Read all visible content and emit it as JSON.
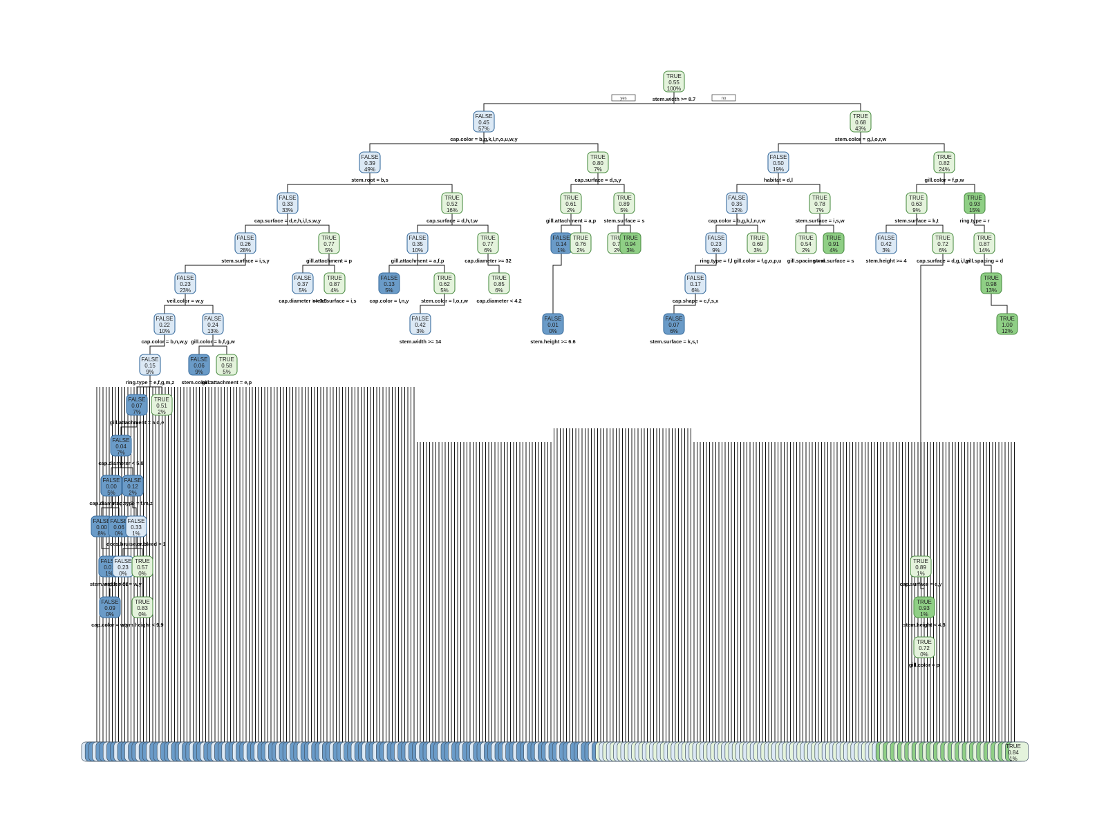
{
  "tree": {
    "root": {
      "cls": "TRUE",
      "p": "0.55",
      "pct": "100%",
      "split": "stem.width >= 8.7"
    },
    "yes_label": "yes",
    "no_label": "no",
    "nodes": [
      {
        "id": "n2",
        "cls": "FALSE",
        "p": "0.45",
        "pct": "57%",
        "split": "cap.color = b,g,k,l,n,o,u,w,y"
      },
      {
        "id": "n3",
        "cls": "TRUE",
        "p": "0.68",
        "pct": "43%",
        "split": "stem.color = g,l,o,r,w"
      },
      {
        "id": "n4",
        "cls": "FALSE",
        "p": "0.39",
        "pct": "49%",
        "split": "stem.root = b,s"
      },
      {
        "id": "n5",
        "cls": "TRUE",
        "p": "0.80",
        "pct": "7%",
        "split": "cap.surface = d,s,y"
      },
      {
        "id": "n6",
        "cls": "FALSE",
        "p": "0.50",
        "pct": "19%",
        "split": "habitat = d,l"
      },
      {
        "id": "n7",
        "cls": "TRUE",
        "p": "0.82",
        "pct": "24%",
        "split": "gill.color = f,p,w"
      },
      {
        "id": "n8",
        "cls": "FALSE",
        "p": "0.33",
        "pct": "33%",
        "split": "cap.surface = d,e,h,i,l,s,w,y"
      },
      {
        "id": "n9",
        "cls": "TRUE",
        "p": "0.52",
        "pct": "16%",
        "split": "cap.surface = d,h,t,w"
      },
      {
        "id": "n10",
        "cls": "TRUE",
        "p": "0.61",
        "pct": "2%",
        "split": "gill.attachment = a,p"
      },
      {
        "id": "n11",
        "cls": "TRUE",
        "p": "0.89",
        "pct": "5%",
        "split": "stem.surface = s"
      },
      {
        "id": "n12",
        "cls": "FALSE",
        "p": "0.35",
        "pct": "12%",
        "split": "cap.color = b,g,k,l,n,r,w"
      },
      {
        "id": "n13",
        "cls": "TRUE",
        "p": "0.78",
        "pct": "7%",
        "split": "stem.surface = i,s,w"
      },
      {
        "id": "n14",
        "cls": "TRUE",
        "p": "0.63",
        "pct": "9%",
        "split": "stem.surface = k,t"
      },
      {
        "id": "n15",
        "cls": "TRUE",
        "p": "0.93",
        "pct": "15%",
        "split": "ring.type = r"
      },
      {
        "id": "n16",
        "cls": "FALSE",
        "p": "0.26",
        "pct": "28%",
        "split": "stem.surface = i,s,y"
      },
      {
        "id": "n17",
        "cls": "TRUE",
        "p": "0.77",
        "pct": "5%",
        "split": "gill.attachment = p"
      },
      {
        "id": "n18",
        "cls": "FALSE",
        "p": "0.35",
        "pct": "10%",
        "split": "gill.attachment = a,f,p"
      },
      {
        "id": "n19",
        "cls": "TRUE",
        "p": "0.77",
        "pct": "6%",
        "split": "cap.diameter >= 32"
      },
      {
        "id": "n20",
        "cls": "FALSE",
        "p": "0.14",
        "pct": "1%",
        "split": ""
      },
      {
        "id": "n21",
        "cls": "TRUE",
        "p": "0.76",
        "pct": "2%",
        "split": ""
      },
      {
        "id": "n22",
        "cls": "TRUE",
        "p": "0.76",
        "pct": "2%",
        "split": ""
      },
      {
        "id": "n23",
        "cls": "TRUE",
        "p": "0.94",
        "pct": "3%",
        "split": ""
      },
      {
        "id": "n24",
        "cls": "FALSE",
        "p": "0.23",
        "pct": "9%",
        "split": "ring.type = f,l"
      },
      {
        "id": "n25",
        "cls": "TRUE",
        "p": "0.69",
        "pct": "3%",
        "split": "gill.color = f,g,o,p,u"
      },
      {
        "id": "n26",
        "cls": "TRUE",
        "p": "0.54",
        "pct": "2%",
        "split": "gill.spacing = d"
      },
      {
        "id": "n27",
        "cls": "TRUE",
        "p": "0.91",
        "pct": "4%",
        "split": "stem.surface = s"
      },
      {
        "id": "n28",
        "cls": "FALSE",
        "p": "0.42",
        "pct": "3%",
        "split": "stem.height >= 4"
      },
      {
        "id": "n29",
        "cls": "TRUE",
        "p": "0.72",
        "pct": "6%",
        "split": "cap.surface = d,g,i,l,y"
      },
      {
        "id": "n30",
        "cls": "TRUE",
        "p": "0.87",
        "pct": "14%",
        "split": "gill.spacing = d"
      },
      {
        "id": "n31",
        "cls": "FALSE",
        "p": "0.23",
        "pct": "23%",
        "split": "veil.color = w,y"
      },
      {
        "id": "n32",
        "cls": "FALSE",
        "p": "0.37",
        "pct": "5%",
        "split": "cap.diameter >= 3.5"
      },
      {
        "id": "n33",
        "cls": "TRUE",
        "p": "0.87",
        "pct": "4%",
        "split": "stem.surface = i,s"
      },
      {
        "id": "n34",
        "cls": "FALSE",
        "p": "0.13",
        "pct": "5%",
        "split": "cap.color = l,n,y"
      },
      {
        "id": "n35",
        "cls": "TRUE",
        "p": "0.62",
        "pct": "5%",
        "split": "stem.color = l,o,r,w"
      },
      {
        "id": "n36",
        "cls": "TRUE",
        "p": "0.85",
        "pct": "6%",
        "split": "cap.diameter < 4.2"
      },
      {
        "id": "n37",
        "cls": "FALSE",
        "p": "0.17",
        "pct": "6%",
        "split": "cap.shape = c,f,s,x"
      },
      {
        "id": "n38",
        "cls": "TRUE",
        "p": "0.98",
        "pct": "13%",
        "split": ""
      },
      {
        "id": "n39",
        "cls": "FALSE",
        "p": "0.22",
        "pct": "10%",
        "split": "cap.color = b,n,w,y"
      },
      {
        "id": "n40",
        "cls": "FALSE",
        "p": "0.24",
        "pct": "13%",
        "split": "gill.color = b,f,g,w"
      },
      {
        "id": "n41",
        "cls": "FALSE",
        "p": "0.42",
        "pct": "3%",
        "split": "stem.width >= 14"
      },
      {
        "id": "n42",
        "cls": "FALSE",
        "p": "0.01",
        "pct": "0%",
        "split": "stem.height >= 6.6"
      },
      {
        "id": "n43",
        "cls": "FALSE",
        "p": "0.07",
        "pct": "6%",
        "split": "stem.surface = k,s,t"
      },
      {
        "id": "n44",
        "cls": "TRUE",
        "p": "1.00",
        "pct": "12%",
        "split": ""
      },
      {
        "id": "n45",
        "cls": "FALSE",
        "p": "0.15",
        "pct": "9%",
        "split": "ring.type = e,f,g,m,z"
      },
      {
        "id": "n46",
        "cls": "FALSE",
        "p": "0.06",
        "pct": "9%",
        "split": "stem.color = n"
      },
      {
        "id": "n47",
        "cls": "TRUE",
        "p": "0.58",
        "pct": "5%",
        "split": "gill.attachment = e,p"
      },
      {
        "id": "n48",
        "cls": "FALSE",
        "p": "0.07",
        "pct": "7%",
        "split": "gill.attachment = a,d,e"
      },
      {
        "id": "n49",
        "cls": "TRUE",
        "p": "0.51",
        "pct": "2%",
        "split": ""
      },
      {
        "id": "n50",
        "cls": "FALSE",
        "p": "0.04",
        "pct": "7%",
        "split": "cap.diameter < 5.8"
      },
      {
        "id": "n51",
        "cls": "FALSE",
        "p": "0.00",
        "pct": "5%",
        "split": "cap.diameter >= 6"
      },
      {
        "id": "n52",
        "cls": "FALSE",
        "p": "0.12",
        "pct": "2%",
        "split": "ring.type = f,m,z"
      },
      {
        "id": "n53",
        "cls": "FALSE",
        "p": "0.00",
        "pct": "8%",
        "split": ""
      },
      {
        "id": "n54",
        "cls": "FALSE",
        "p": "0.06",
        "pct": "0%",
        "split": ""
      },
      {
        "id": "n55",
        "cls": "FALSE",
        "p": "0.33",
        "pct": "1%",
        "split": "does.bruise.or.bleed = 1"
      },
      {
        "id": "n56",
        "cls": "FALSE",
        "p": "0.01",
        "pct": "1%",
        "split": "stem.width < 32"
      },
      {
        "id": "n57",
        "cls": "FALSE",
        "p": "0.23",
        "pct": "0%",
        "split": "cap.color = w,y"
      },
      {
        "id": "n58",
        "cls": "TRUE",
        "p": "0.57",
        "pct": "0%",
        "split": ""
      },
      {
        "id": "n59",
        "cls": "FALSE",
        "p": "0.09",
        "pct": "0%",
        "split": "cap.color = w,y"
      },
      {
        "id": "n60",
        "cls": "TRUE",
        "p": "0.83",
        "pct": "0%",
        "split": "stem.height < 9.9"
      },
      {
        "id": "n61",
        "cls": "TRUE",
        "p": "0.89",
        "pct": "1%",
        "split": "cap.surface = e,y"
      },
      {
        "id": "n62",
        "cls": "TRUE",
        "p": "0.93",
        "pct": "1%",
        "split": "stem.height < 4.8"
      },
      {
        "id": "n63",
        "cls": "TRUE",
        "p": "0.72",
        "pct": "0%",
        "split": "gill.color = p"
      }
    ],
    "leaf_band_labels": [
      "FALSE",
      "TRUE"
    ],
    "leaf_row_bottom_right": {
      "cls": "TRUE",
      "p": "0.84",
      "pct": "1%"
    }
  },
  "colors": {
    "false_dark": "#6a9bc8",
    "false_light": "#dce9f5",
    "true_light": "#e4f3dc",
    "true_dark": "#8fcf85",
    "stroke_false": "#3a6d9e",
    "stroke_true": "#4f8f47"
  }
}
